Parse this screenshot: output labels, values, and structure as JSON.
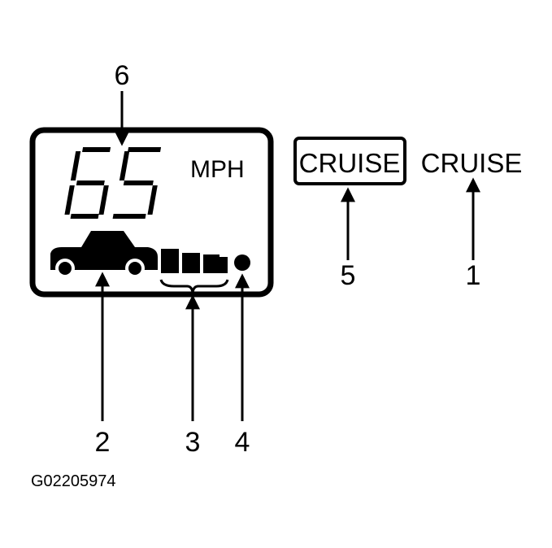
{
  "display": {
    "speed_value": "65",
    "speed_unit": "MPH"
  },
  "indicators": {
    "cruise_boxed": "CRUISE",
    "cruise_plain": "CRUISE"
  },
  "callouts": {
    "c1": "1",
    "c2": "2",
    "c3": "3",
    "c4": "4",
    "c5": "5",
    "c6": "6"
  },
  "figure_id": "G02205974"
}
